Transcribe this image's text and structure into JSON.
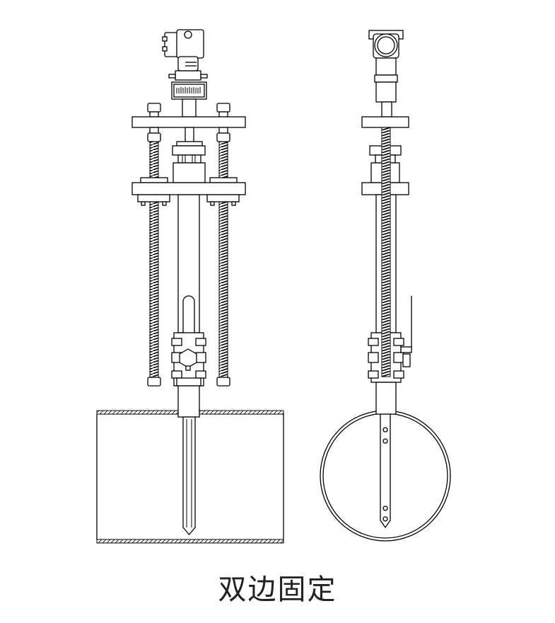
{
  "caption": "双边固定",
  "views": [
    "front-view",
    "side-view"
  ],
  "colors": {
    "line": "#000000",
    "background": "#ffffff"
  }
}
